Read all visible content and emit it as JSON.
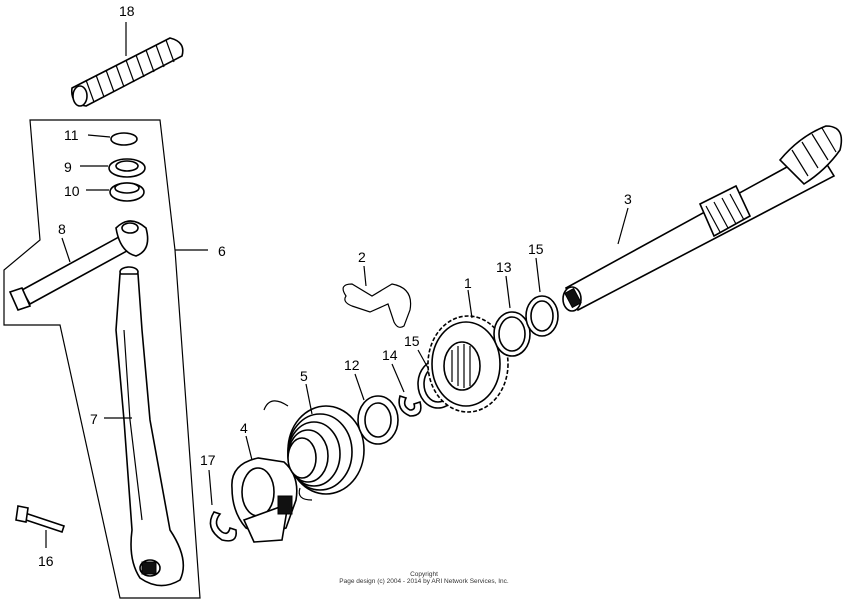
{
  "diagram": {
    "labels": {
      "p1": "1",
      "p2": "2",
      "p3": "3",
      "p4": "4",
      "p5": "5",
      "p6": "6",
      "p7": "7",
      "p8": "8",
      "p9": "9",
      "p10": "10",
      "p11": "11",
      "p12": "12",
      "p13": "13",
      "p14": "14",
      "p15a": "15",
      "p15b": "15",
      "p16": "16",
      "p17": "17",
      "p18": "18"
    },
    "copyright_line1": "Copyright",
    "copyright_line2": "Page design (c) 2004 - 2014 by ARI Network Services, Inc."
  }
}
